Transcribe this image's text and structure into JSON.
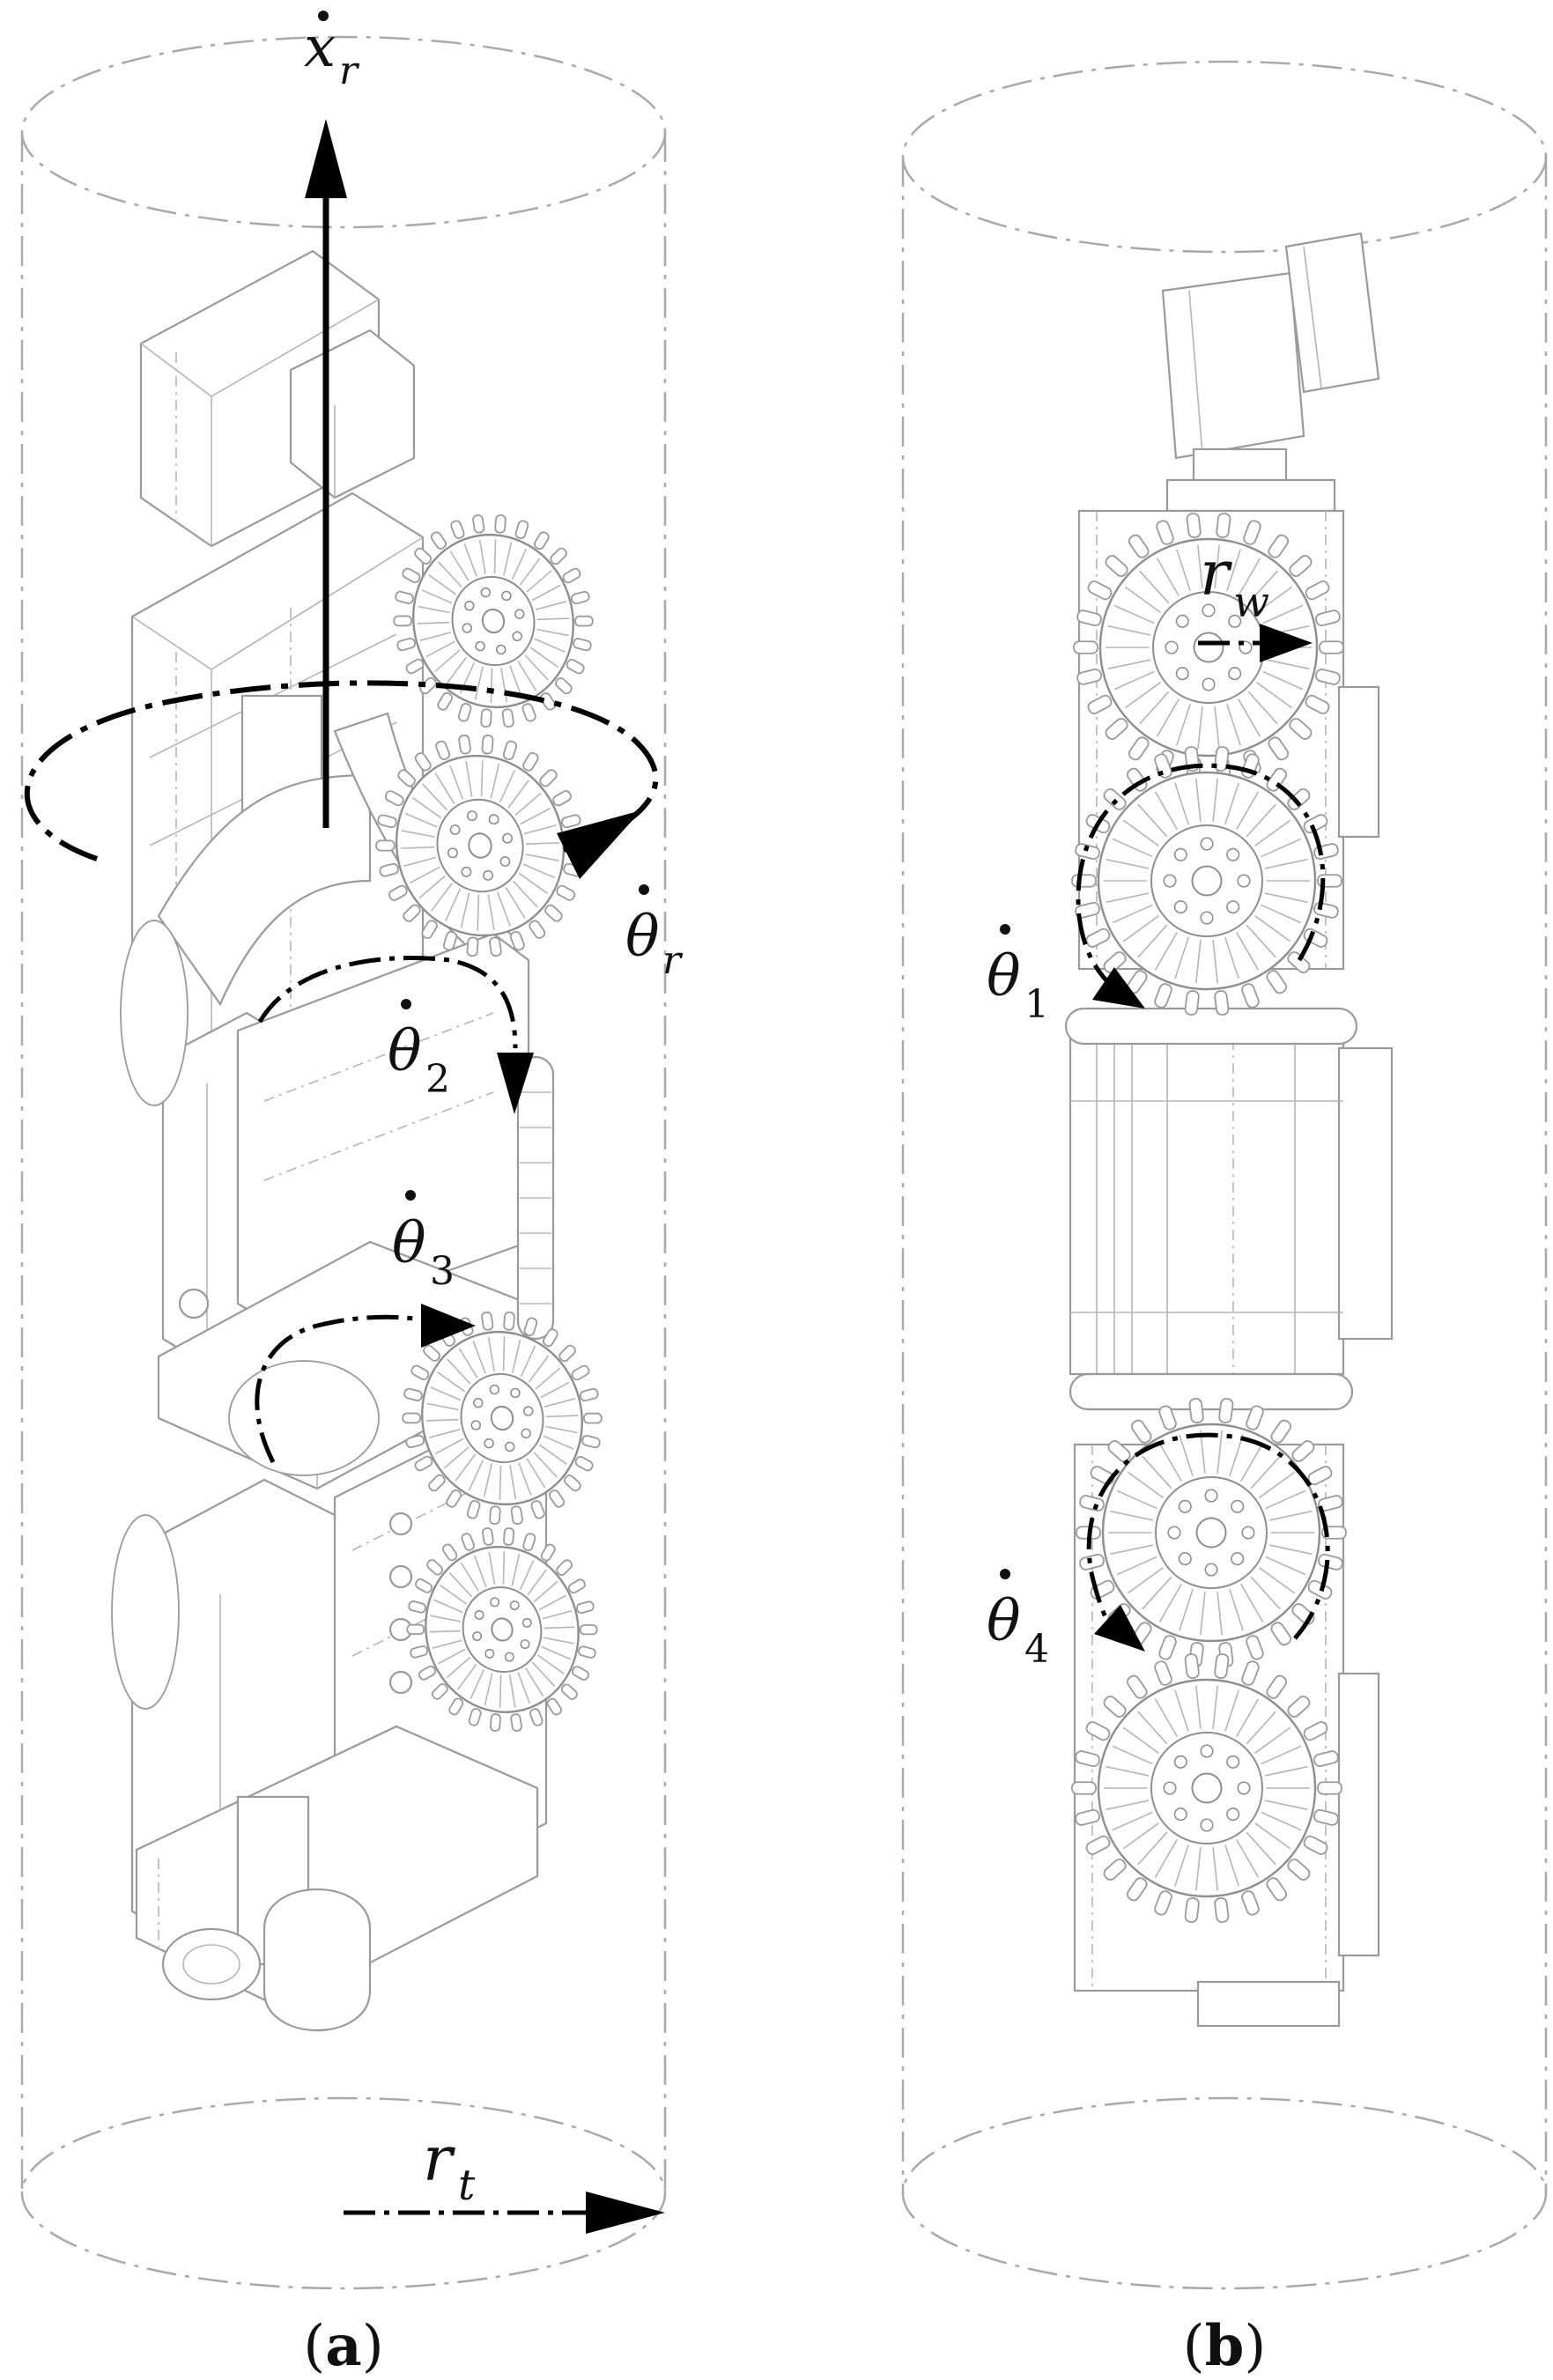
{
  "labels": {
    "x_r": {
      "base": "x",
      "sub": "r"
    },
    "theta_r": {
      "base": "θ",
      "sub": "r"
    },
    "theta_1": {
      "base": "θ",
      "sub": "1"
    },
    "theta_2": {
      "base": "θ",
      "sub": "2"
    },
    "theta_3": {
      "base": "θ",
      "sub": "3"
    },
    "theta_4": {
      "base": "θ",
      "sub": "4"
    },
    "r_t": {
      "base": "r",
      "sub": "t"
    },
    "r_w": {
      "base": "r",
      "sub": "w"
    }
  },
  "captions": {
    "a": {
      "open": "(",
      "letter": "a",
      "close": ")"
    },
    "b": {
      "open": "(",
      "letter": "b",
      "close": ")"
    }
  },
  "colors": {
    "arrow": "#000000",
    "drawing": "#9a9a9a",
    "pipe_outline": "#a9a9a9"
  }
}
